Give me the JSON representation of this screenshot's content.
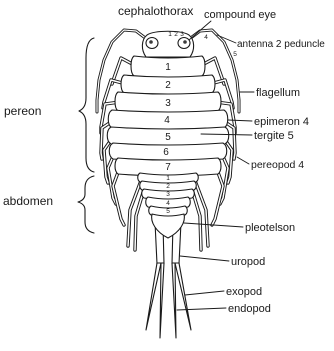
{
  "diagram": {
    "labels": {
      "cephalothorax": "cephalothorax",
      "compound_eye": "compound eye",
      "antenna_2_peduncle": "antenna 2 peduncle",
      "pereon": "pereon",
      "abdomen": "abdomen",
      "flagellum": "flagellum",
      "epimeron_4": "epimeron 4",
      "tergite_5": "tergite 5",
      "pereopod_4": "pereopod 4",
      "pleotelson": "pleotelson",
      "uropod": "uropod",
      "exopod": "exopod",
      "endopod": "endopod"
    },
    "pereon_segment_numbers": [
      "1",
      "2",
      "3",
      "4",
      "5",
      "6",
      "7"
    ],
    "abdomen_segment_numbers": [
      "1",
      "2",
      "3",
      "4",
      "5"
    ],
    "antenna_article_numbers": [
      "1",
      "2",
      "3",
      "4",
      "5"
    ]
  },
  "colors": {
    "ink": "#1a1a1a",
    "paper": "#ffffff"
  }
}
